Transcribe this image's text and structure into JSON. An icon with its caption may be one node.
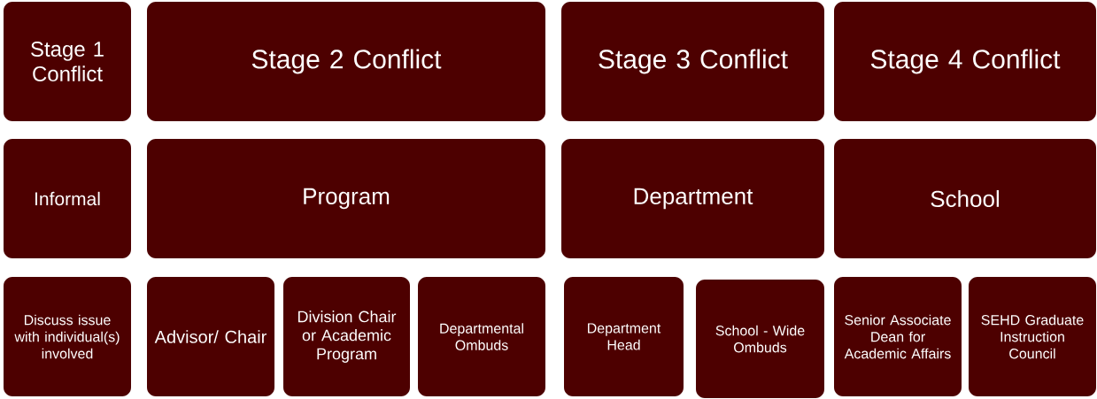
{
  "diagram": {
    "nodes": [
      {
        "text": [
          "Stage 1 Conflict"
        ]
      },
      {
        "text": [
          "Stage 2 Conflict"
        ]
      },
      {
        "text": [
          "Stage 3 Conflict"
        ]
      },
      {
        "text": [
          "Stage 4 Conflict"
        ]
      },
      {
        "text": [
          "Informal"
        ]
      },
      {
        "text": [
          "Program"
        ]
      },
      {
        "text": [
          "Department"
        ]
      },
      {
        "text": [
          "School"
        ]
      },
      {
        "text": [
          "Discuss issue with individual(s) involved"
        ]
      },
      {
        "text": [
          "Advisor/ Chair"
        ]
      },
      {
        "text": [
          "Division Chair or Academic Program"
        ]
      },
      {
        "text": [
          "Departmental Ombuds"
        ]
      },
      {
        "text": [
          "Department Head"
        ]
      },
      {
        "text": [
          "School - Wide Ombuds"
        ]
      },
      {
        "text": [
          "Senior Associate Dean for Academic Affairs"
        ]
      },
      {
        "text": [
          "SEHD Graduate Instruction Council"
        ]
      }
    ]
  }
}
